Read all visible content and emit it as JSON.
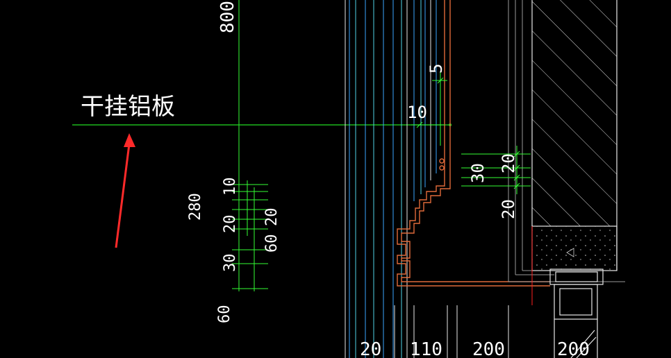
{
  "drawing": {
    "label_main": "干挂铝板",
    "dimensions": {
      "d800": "800",
      "d5": "5",
      "d10_top": "10",
      "d30_right": "30",
      "d20_right_a": "20",
      "d20_right_b": "20",
      "d280": "280",
      "d10_left": "10",
      "d20_left": "20",
      "d20_left_b": "20",
      "d60_left": "60",
      "d30_left": "30",
      "d60_bottom": "60",
      "d20_bottom": "20",
      "d110_bottom": "110",
      "d200_bottom": "200",
      "d200_bottom_b": "200"
    },
    "colors": {
      "background": "#000000",
      "leader_green": "#22dd22",
      "dim_green": "#33ff33",
      "profile_orange": "#e06a3a",
      "line_blue": "#3aa6ff",
      "line_cyan": "#4fd3e8",
      "line_white": "#e8e8e8",
      "line_gray": "#9a9a9a",
      "red_axis": "#ff2020",
      "arrow_red": "#ff2a2a"
    },
    "icons": {
      "annotation_arrow": "red-arrow-icon"
    }
  }
}
